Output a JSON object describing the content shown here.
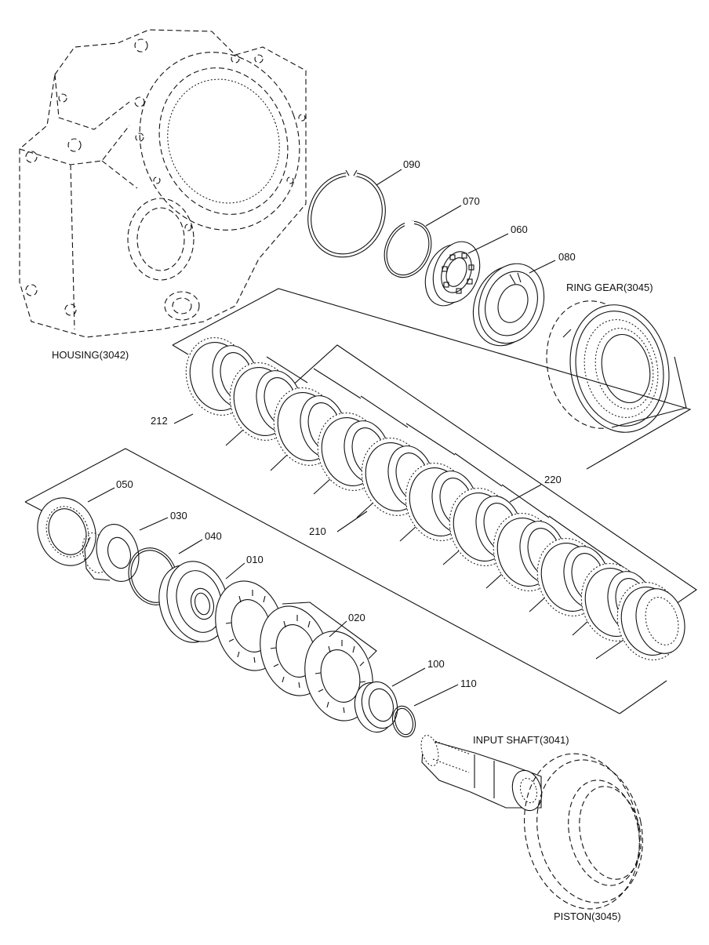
{
  "labels": {
    "p090": "090",
    "p070": "070",
    "p060": "060",
    "p080": "080",
    "ring_gear": "RING GEAR(3045)",
    "housing": "HOUSING(3042)",
    "p212": "212",
    "p210": "210",
    "p220": "220",
    "p050": "050",
    "p030": "030",
    "p040": "040",
    "p010": "010",
    "p020": "020",
    "p100": "100",
    "p110": "110",
    "input_shaft": "INPUT SHAFT(3041)",
    "piston": "PISTON(3045)"
  }
}
